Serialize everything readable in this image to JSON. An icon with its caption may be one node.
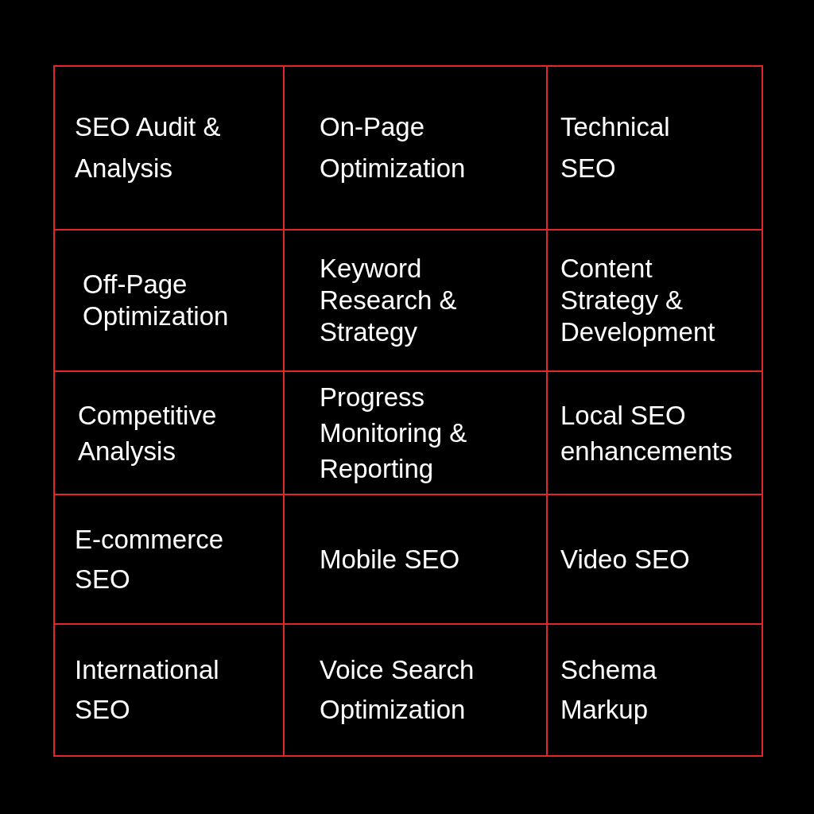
{
  "diagram": {
    "nodes": [
      {
        "text": [
          "SEO Audit & Analysis"
        ]
      },
      {
        "text": [
          "On-Page Optimization"
        ]
      },
      {
        "text": [
          "Technical SEO"
        ]
      },
      {
        "text": [
          "Off-Page Optimization"
        ]
      },
      {
        "text": [
          "Keyword Research & Strategy"
        ]
      },
      {
        "text": [
          "Content Strategy & Development"
        ]
      },
      {
        "text": [
          "Competitive Analysis"
        ]
      },
      {
        "text": [
          "Progress Monitoring & Reporting"
        ]
      },
      {
        "text": [
          "Local SEO enhancements"
        ]
      },
      {
        "text": [
          "E-commerce SEO"
        ]
      },
      {
        "text": [
          "Mobile SEO"
        ]
      },
      {
        "text": [
          "Video SEO"
        ]
      },
      {
        "text": [
          "International SEO"
        ]
      },
      {
        "text": [
          "Voice Search Optimization"
        ]
      },
      {
        "text": [
          "Schema Markup"
        ]
      }
    ]
  }
}
